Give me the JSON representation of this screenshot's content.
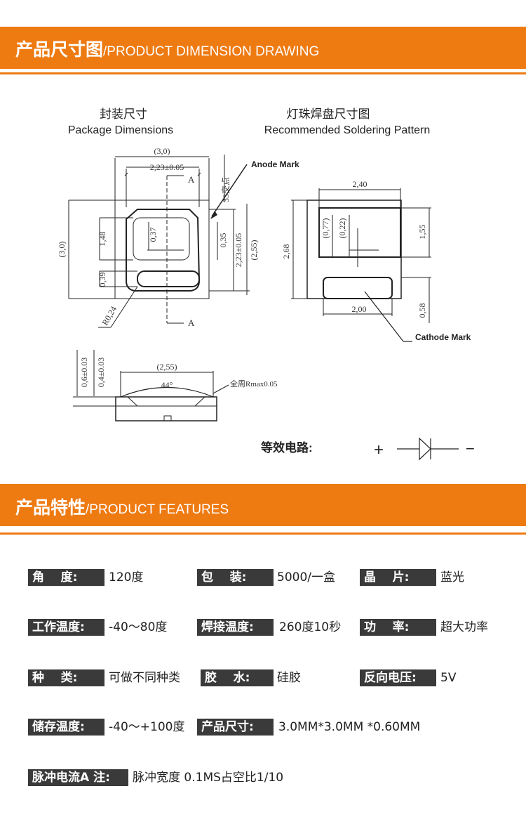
{
  "sections": {
    "dimension": {
      "cn": "产品尺寸图",
      "sep": "/",
      "en": "PRODUCT DIMENSION DRAWING"
    },
    "features": {
      "cn": "产品特性",
      "sep": "/",
      "en": "PRODUCT FEATURES"
    }
  },
  "drawing": {
    "package_cn": "封装尺寸",
    "package_en": "Package Dimensions",
    "pattern_cn": "灯珠焊盘尺寸图",
    "pattern_en": "Recommended Soldering Pattern",
    "anode_mark": "Anode Mark",
    "cathode_mark": "Cathode Mark",
    "dims": {
      "width": "(3,0)",
      "inner_width": "2,23±0.05",
      "height": "(3,0)",
      "d148": "1,48",
      "d037": "0,37",
      "d039": "0,39",
      "d035": "0,35",
      "inner_height": "2,23±0.05",
      "d255": "(2,55)",
      "radius": "R0,24",
      "corner_note": "33交点",
      "section_a": "A",
      "p240": "2,40",
      "p077": "(0,77)",
      "p022": "(0,22)",
      "p155": "1,55",
      "p268": "2,68",
      "p200": "2,00",
      "p058": "0,58",
      "s_total": "0,6±0.03",
      "s_body": "0,4±0.03",
      "s_width": "(2,55)",
      "s_angle": "44°",
      "s_fillet": "全周Rmax0.05"
    },
    "circuit_label": "等效电路:",
    "circuit_plus": "+",
    "circuit_minus": "−"
  },
  "features": [
    {
      "label": "角    度:",
      "value": "120度"
    },
    {
      "label": "包    装:",
      "value": "5000/一盒"
    },
    {
      "label": "晶    片:",
      "value": "蓝光"
    },
    {
      "label": "工作温度:",
      "value": "-40～80度"
    },
    {
      "label": "焊接温度:",
      "value": "260度10秒"
    },
    {
      "label": "功    率:",
      "value": "超大功率"
    },
    {
      "label": "种    类:",
      "value": "可做不同种类"
    },
    {
      "label": "胶    水:",
      "value": "硅胶"
    },
    {
      "label": "反向电压:",
      "value": "5V"
    },
    {
      "label": "储存温度:",
      "value": "-40～+100度"
    },
    {
      "label": "产品尺寸:",
      "value": "3.0MM*3.0MM *0.60MM"
    },
    {
      "label": "脉冲电流A 注:",
      "value": "脉冲宽度 0.1MS占空比1/10"
    }
  ],
  "colors": {
    "accent": "#ee7a12",
    "label_bg": "#3a3a3a"
  }
}
